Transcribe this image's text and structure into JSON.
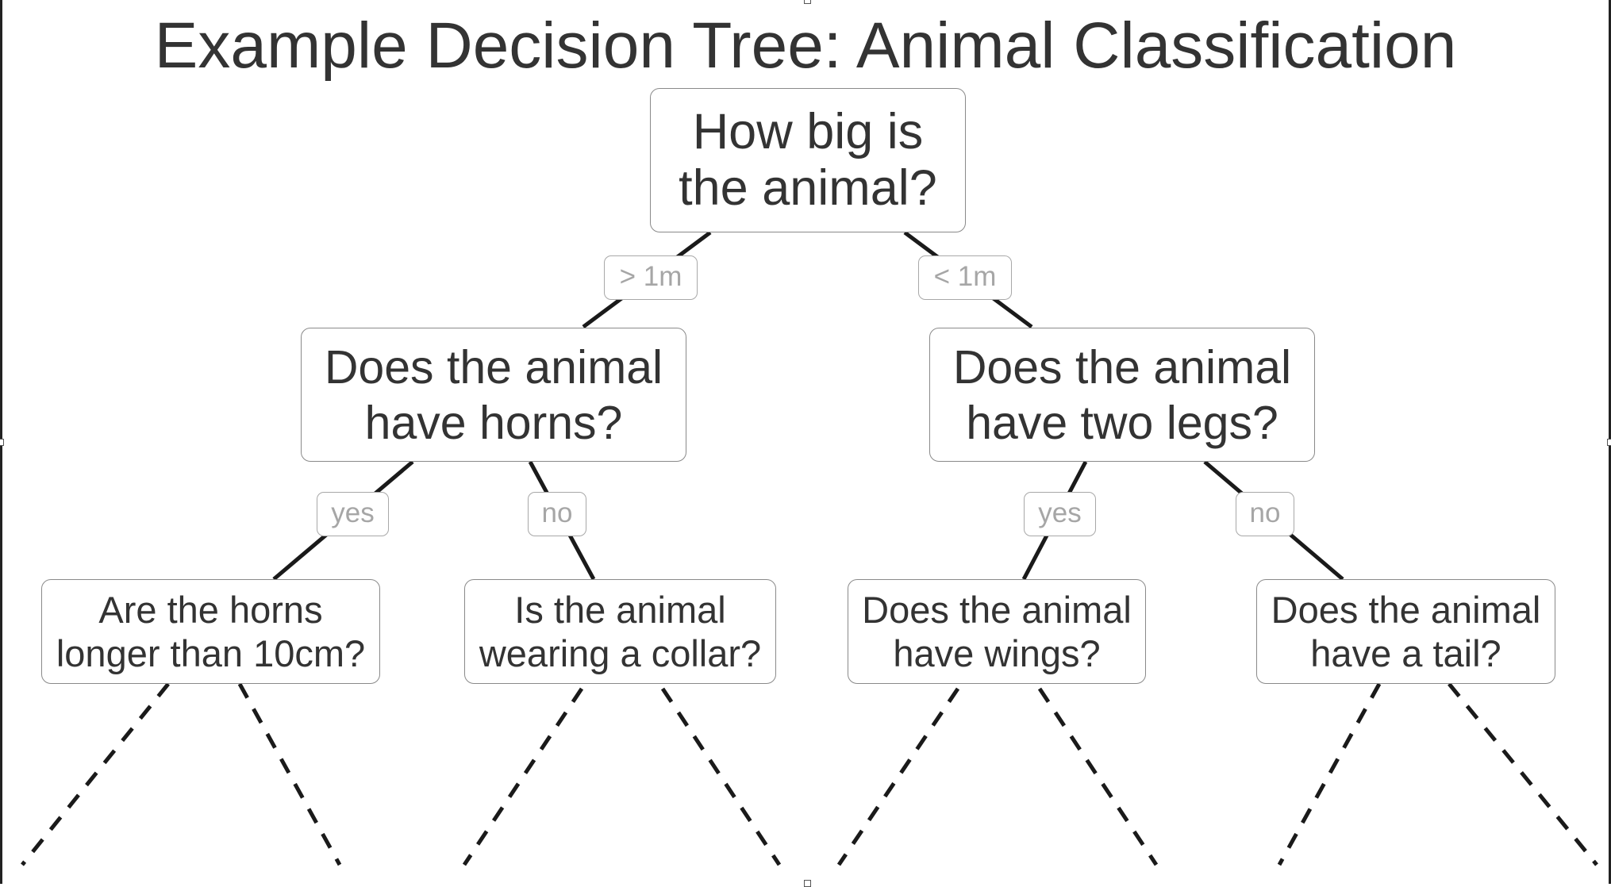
{
  "title": "Example Decision Tree: Animal Classification",
  "nodes": {
    "root": {
      "lines": [
        "How big is",
        "the animal?"
      ]
    },
    "horns": {
      "lines": [
        "Does the animal",
        "have horns?"
      ]
    },
    "two_legs": {
      "lines": [
        "Does the animal",
        "have two legs?"
      ]
    },
    "horn_length": {
      "lines": [
        "Are the horns",
        "longer than 10cm?"
      ]
    },
    "collar": {
      "lines": [
        "Is the animal",
        "wearing a collar?"
      ]
    },
    "wings": {
      "lines": [
        "Does the animal",
        "have wings?"
      ]
    },
    "tail": {
      "lines": [
        "Does the animal",
        "have a tail?"
      ]
    }
  },
  "edge_labels": {
    "root_left": "> 1m",
    "root_right": "< 1m",
    "horns_yes": "yes",
    "horns_no": "no",
    "legs_yes": "yes",
    "legs_no": "no"
  },
  "colors": {
    "text": "#333333",
    "node_border": "#8a8a8a",
    "label_text": "#a6a6a6",
    "edge": "#1a1a1a"
  }
}
